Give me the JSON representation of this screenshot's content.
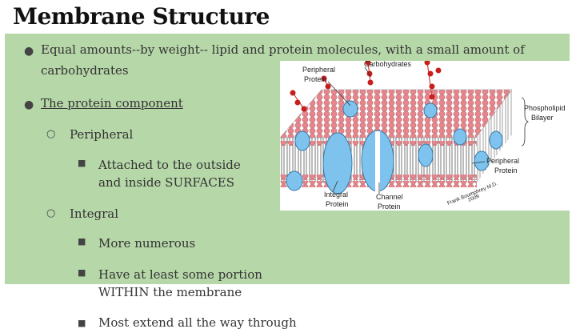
{
  "slide": {
    "title": "Membrane Structure",
    "bullets": {
      "b1": "Equal amounts--by weight-- lipid and protein molecules, with a small amount of",
      "b1_cont": "carbohydrates",
      "b2": "The protein component",
      "b2a": "Peripheral",
      "b2a_i": "Attached to the outside",
      "b2a_i_cont": "and inside SURFACES",
      "b2b": "Integral",
      "b2b_i": "More numerous",
      "b2b_ii": "Have at least some portion",
      "b2b_ii_cont": "WITHIN the membrane",
      "b2b_iii": "Most extend all the way through"
    }
  },
  "figure": {
    "labels": {
      "peripheral_top": "Peripheral",
      "peripheral_top2": "Protein",
      "carbohydrates": "Carbohydrates",
      "phospholipid": "Phospholipid",
      "bilayer": "Bilayer",
      "peripheral_right": "Peripheral",
      "peripheral_right2": "Protein",
      "integral": "Integral",
      "integral2": "Protein",
      "channel": "Channel",
      "channel2": "Protein",
      "credit": "Frank Boumphrey M.D.",
      "credit_year": "2009"
    },
    "colors": {
      "head": "#e6868c",
      "protein": "#7ec3ee",
      "carb": "#c81e1e",
      "panel": "#b6d7a8"
    }
  }
}
